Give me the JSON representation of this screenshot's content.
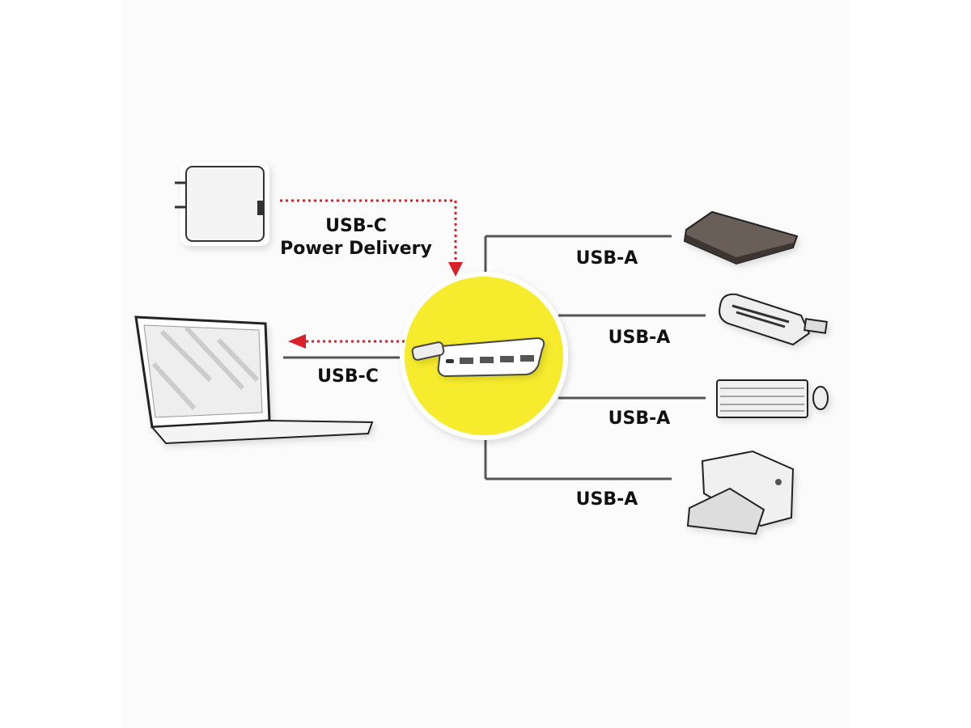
{
  "colors": {
    "hub_circle": "#f6eb2c",
    "power_arrow": "#d7202a",
    "cable": "#555555"
  },
  "hub": {
    "icon": "usb-c-hub-4-port"
  },
  "power_source": {
    "icon": "usb-c-power-adapter",
    "label_line1": "USB-C",
    "label_line2": "Power Delivery"
  },
  "host": {
    "icon": "laptop",
    "label": "USB-C"
  },
  "devices": [
    {
      "icon": "external-hard-drive",
      "label": "USB-A"
    },
    {
      "icon": "card-reader",
      "label": "USB-A"
    },
    {
      "icon": "keyboard-and-mouse",
      "label": "USB-A"
    },
    {
      "icon": "printer",
      "label": "USB-A"
    }
  ]
}
